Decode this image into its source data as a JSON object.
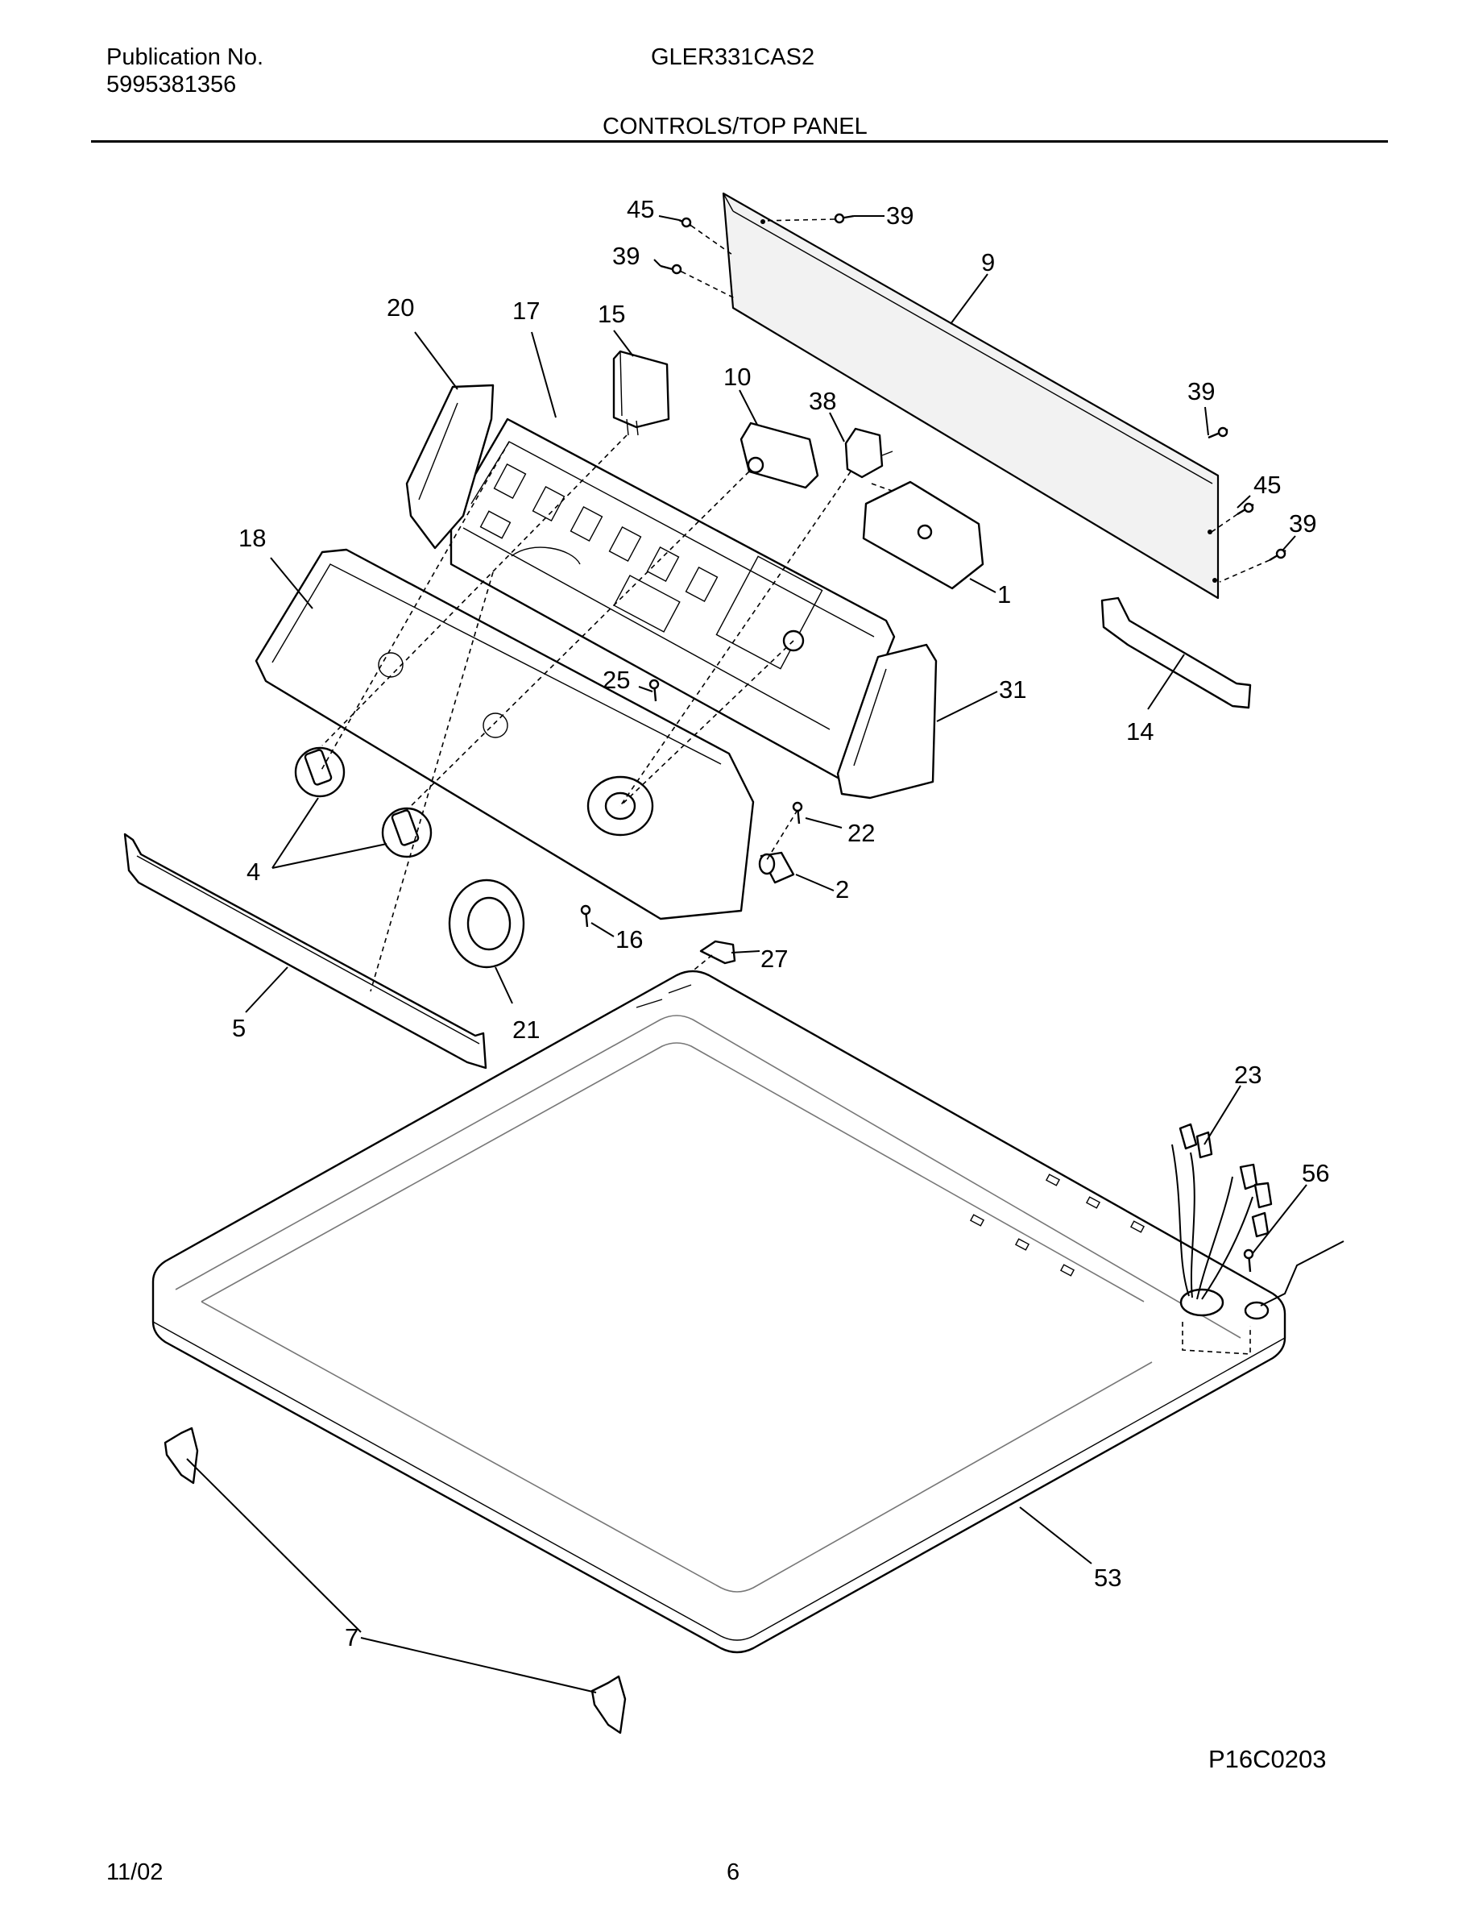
{
  "header": {
    "publication_label": "Publication No.",
    "publication_number": "5995381356",
    "model": "GLER331CAS2",
    "section_title": "CONTROLS/TOP PANEL"
  },
  "footer": {
    "date": "11/02",
    "page_number": "6",
    "drawing_code": "P16C0203"
  },
  "callouts": [
    "45",
    "39",
    "39",
    "9",
    "20",
    "17",
    "15",
    "10",
    "38",
    "39",
    "45",
    "39",
    "1",
    "18",
    "25",
    "31",
    "14",
    "4",
    "22",
    "2",
    "16",
    "27",
    "5",
    "21",
    "23",
    "56",
    "53",
    "7"
  ]
}
